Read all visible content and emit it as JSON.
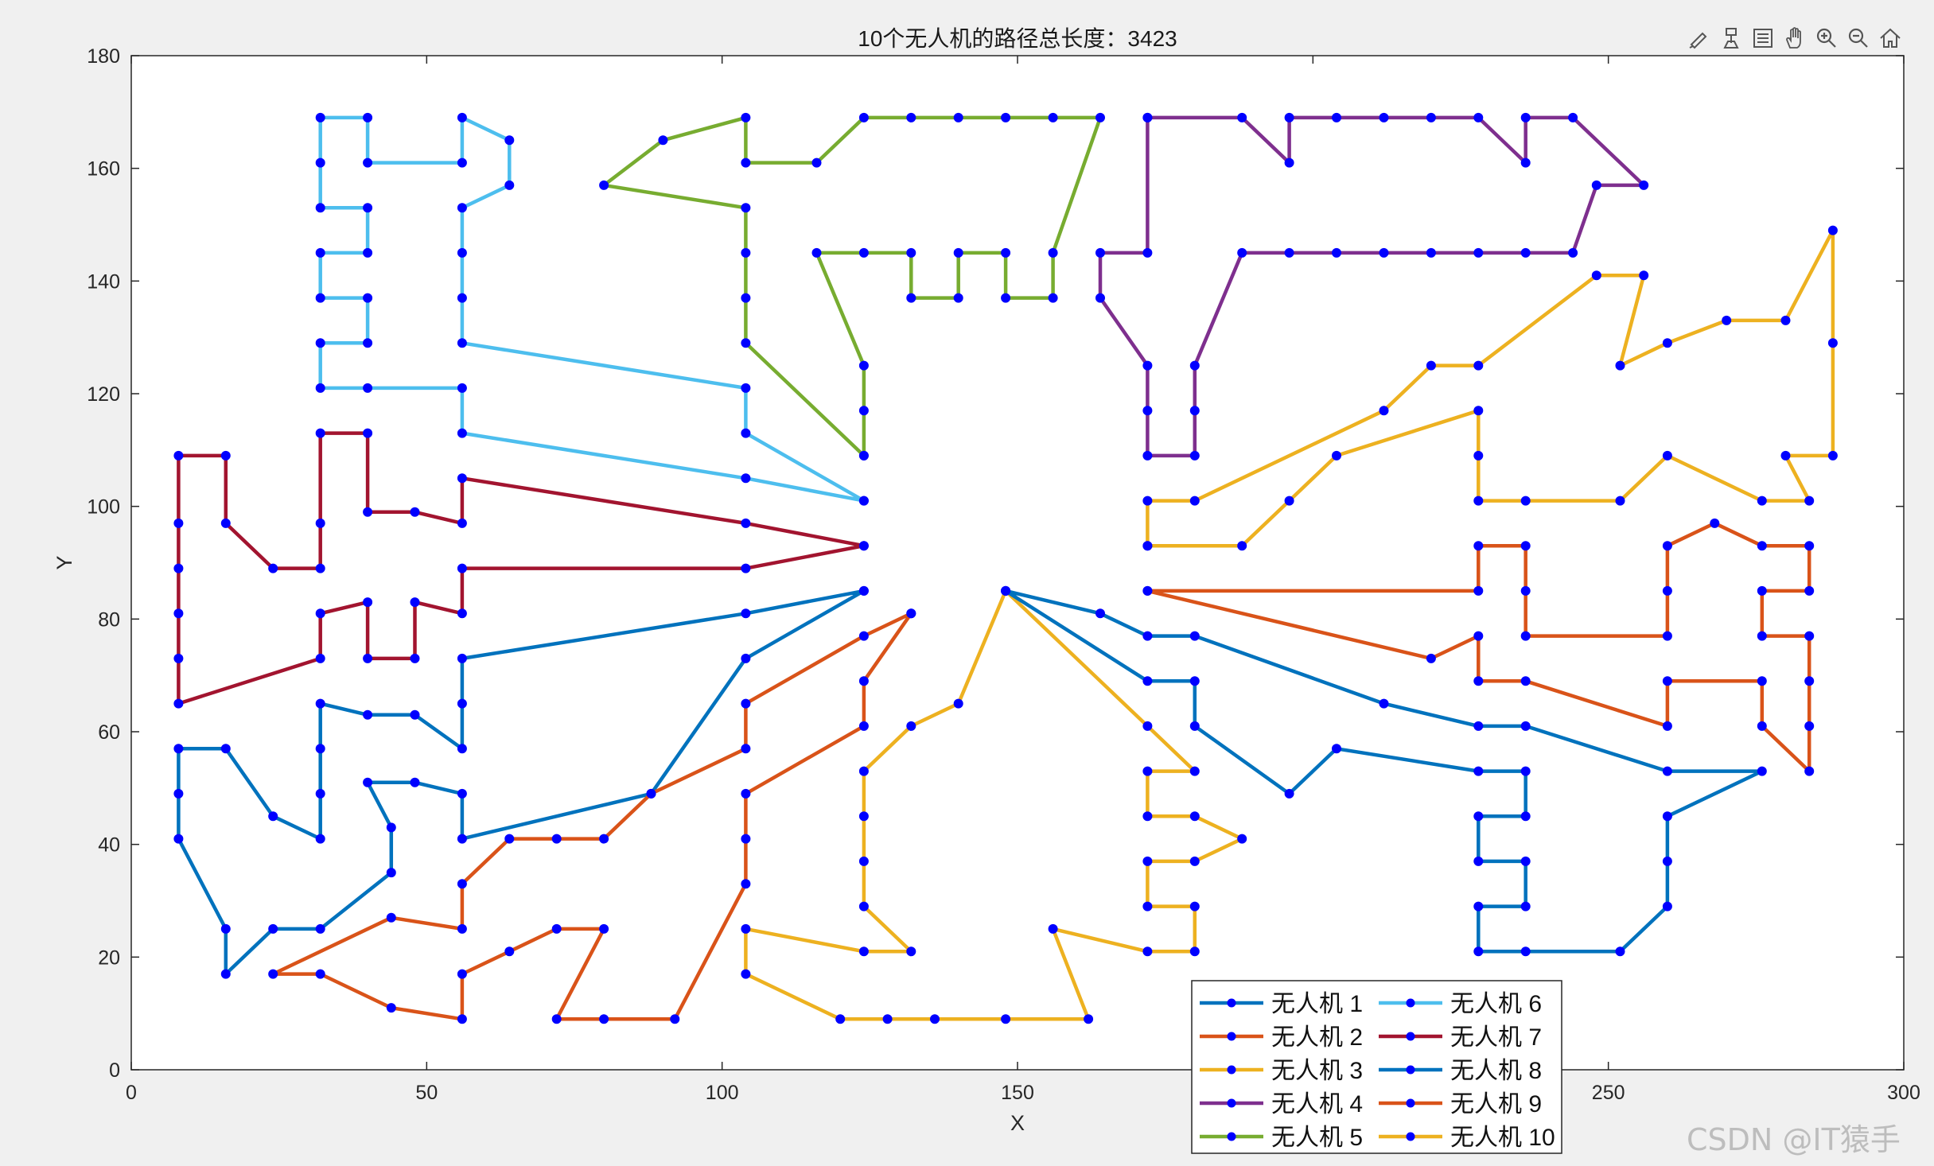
{
  "toolbar": {
    "icons": [
      "brush-icon",
      "data-tip-icon",
      "legend-icon",
      "pan-hand-icon",
      "zoom-in-icon",
      "zoom-out-icon",
      "home-icon"
    ]
  },
  "watermark": "CSDN @IT猿手",
  "colors": {
    "axes_bg": "#ffffff",
    "figure_bg": "#f0f0f0",
    "marker": "#0000ff"
  },
  "chart_data": {
    "type": "line",
    "title": "10个无人机的路径总长度：3423",
    "xlabel": "X",
    "ylabel": "Y",
    "xlim": [
      0,
      300
    ],
    "ylim": [
      0,
      180
    ],
    "xticks": [
      0,
      50,
      100,
      150,
      200,
      250,
      300
    ],
    "yticks": [
      0,
      20,
      40,
      60,
      80,
      100,
      120,
      140,
      160,
      180
    ],
    "grid": false,
    "legend_position": "bottom-center",
    "legend_columns": 2,
    "series": [
      {
        "name": "无人机 1",
        "color": "#0072BD",
        "points": [
          [
            124,
            85
          ],
          [
            104,
            73
          ],
          [
            88,
            49
          ],
          [
            56,
            41
          ],
          [
            56,
            49
          ],
          [
            48,
            51
          ],
          [
            40,
            51
          ],
          [
            44,
            43
          ],
          [
            44,
            35
          ],
          [
            32,
            25
          ],
          [
            24,
            25
          ],
          [
            16,
            17
          ],
          [
            16,
            25
          ],
          [
            8,
            41
          ],
          [
            8,
            49
          ],
          [
            8,
            57
          ],
          [
            16,
            57
          ],
          [
            24,
            45
          ],
          [
            32,
            41
          ],
          [
            32,
            49
          ],
          [
            32,
            57
          ],
          [
            32,
            65
          ],
          [
            40,
            63
          ],
          [
            48,
            63
          ],
          [
            56,
            57
          ],
          [
            56,
            65
          ],
          [
            56,
            73
          ],
          [
            104,
            81
          ],
          [
            124,
            85
          ]
        ]
      },
      {
        "name": "无人机 2",
        "color": "#D95319",
        "points": [
          [
            132,
            81
          ],
          [
            124,
            77
          ],
          [
            104,
            65
          ],
          [
            104,
            57
          ],
          [
            88,
            49
          ],
          [
            80,
            41
          ],
          [
            72,
            41
          ],
          [
            64,
            41
          ],
          [
            56,
            33
          ],
          [
            56,
            25
          ],
          [
            44,
            27
          ],
          [
            24,
            17
          ],
          [
            32,
            17
          ],
          [
            44,
            11
          ],
          [
            56,
            9
          ],
          [
            56,
            17
          ],
          [
            64,
            21
          ],
          [
            72,
            25
          ],
          [
            80,
            25
          ],
          [
            72,
            9
          ],
          [
            80,
            9
          ],
          [
            92,
            9
          ],
          [
            104,
            33
          ],
          [
            104,
            41
          ],
          [
            104,
            49
          ],
          [
            124,
            61
          ],
          [
            124,
            69
          ],
          [
            132,
            81
          ]
        ]
      },
      {
        "name": "无人机 3",
        "color": "#EDB120",
        "points": [
          [
            148,
            85
          ],
          [
            140,
            65
          ],
          [
            132,
            61
          ],
          [
            124,
            53
          ],
          [
            124,
            45
          ],
          [
            124,
            37
          ],
          [
            124,
            29
          ],
          [
            132,
            21
          ],
          [
            124,
            21
          ],
          [
            104,
            25
          ],
          [
            104,
            17
          ],
          [
            120,
            9
          ],
          [
            128,
            9
          ],
          [
            136,
            9
          ],
          [
            148,
            9
          ],
          [
            162,
            9
          ],
          [
            156,
            25
          ],
          [
            172,
            21
          ],
          [
            180,
            21
          ],
          [
            180,
            29
          ],
          [
            172,
            29
          ],
          [
            172,
            37
          ],
          [
            180,
            37
          ],
          [
            188,
            41
          ],
          [
            180,
            45
          ],
          [
            172,
            45
          ],
          [
            172,
            53
          ],
          [
            180,
            53
          ],
          [
            172,
            61
          ],
          [
            148,
            85
          ]
        ]
      },
      {
        "name": "无人机 4",
        "color": "#7E2F8E",
        "points": [
          [
            172,
            169
          ],
          [
            188,
            169
          ],
          [
            196,
            161
          ],
          [
            196,
            169
          ],
          [
            204,
            169
          ],
          [
            212,
            169
          ],
          [
            220,
            169
          ],
          [
            228,
            169
          ],
          [
            236,
            161
          ],
          [
            236,
            169
          ],
          [
            244,
            169
          ],
          [
            256,
            157
          ],
          [
            248,
            157
          ],
          [
            244,
            145
          ],
          [
            236,
            145
          ],
          [
            228,
            145
          ],
          [
            220,
            145
          ],
          [
            212,
            145
          ],
          [
            204,
            145
          ],
          [
            196,
            145
          ],
          [
            188,
            145
          ],
          [
            180,
            125
          ],
          [
            180,
            117
          ],
          [
            180,
            109
          ],
          [
            172,
            109
          ],
          [
            172,
            117
          ],
          [
            172,
            125
          ],
          [
            164,
            137
          ],
          [
            164,
            145
          ],
          [
            172,
            145
          ],
          [
            172,
            169
          ]
        ]
      },
      {
        "name": "无人机 5",
        "color": "#77AC30",
        "points": [
          [
            124,
            109
          ],
          [
            124,
            117
          ],
          [
            124,
            125
          ],
          [
            116,
            145
          ],
          [
            124,
            145
          ],
          [
            132,
            145
          ],
          [
            132,
            137
          ],
          [
            140,
            137
          ],
          [
            140,
            145
          ],
          [
            148,
            145
          ],
          [
            148,
            137
          ],
          [
            156,
            137
          ],
          [
            156,
            145
          ],
          [
            164,
            169
          ],
          [
            156,
            169
          ],
          [
            148,
            169
          ],
          [
            140,
            169
          ],
          [
            132,
            169
          ],
          [
            124,
            169
          ],
          [
            116,
            161
          ],
          [
            104,
            161
          ],
          [
            104,
            169
          ],
          [
            90,
            165
          ],
          [
            80,
            157
          ],
          [
            104,
            153
          ],
          [
            104,
            145
          ],
          [
            104,
            137
          ],
          [
            104,
            129
          ],
          [
            124,
            109
          ]
        ]
      },
      {
        "name": "无人机 6",
        "color": "#4DBEEE",
        "points": [
          [
            124,
            101
          ],
          [
            104,
            113
          ],
          [
            104,
            121
          ],
          [
            56,
            129
          ],
          [
            56,
            137
          ],
          [
            56,
            145
          ],
          [
            56,
            153
          ],
          [
            64,
            157
          ],
          [
            64,
            165
          ],
          [
            56,
            169
          ],
          [
            56,
            161
          ],
          [
            40,
            161
          ],
          [
            40,
            169
          ],
          [
            32,
            169
          ],
          [
            32,
            161
          ],
          [
            32,
            153
          ],
          [
            40,
            153
          ],
          [
            40,
            145
          ],
          [
            32,
            145
          ],
          [
            32,
            137
          ],
          [
            40,
            137
          ],
          [
            40,
            129
          ],
          [
            32,
            129
          ],
          [
            32,
            121
          ],
          [
            40,
            121
          ],
          [
            56,
            121
          ],
          [
            56,
            113
          ],
          [
            104,
            105
          ],
          [
            124,
            101
          ]
        ]
      },
      {
        "name": "无人机 7",
        "color": "#A2142F",
        "points": [
          [
            124,
            93
          ],
          [
            104,
            97
          ],
          [
            56,
            105
          ],
          [
            56,
            97
          ],
          [
            48,
            99
          ],
          [
            40,
            99
          ],
          [
            40,
            113
          ],
          [
            32,
            113
          ],
          [
            32,
            97
          ],
          [
            32,
            89
          ],
          [
            24,
            89
          ],
          [
            16,
            97
          ],
          [
            16,
            109
          ],
          [
            8,
            109
          ],
          [
            8,
            97
          ],
          [
            8,
            89
          ],
          [
            8,
            81
          ],
          [
            8,
            73
          ],
          [
            8,
            65
          ],
          [
            32,
            73
          ],
          [
            32,
            81
          ],
          [
            40,
            83
          ],
          [
            40,
            73
          ],
          [
            48,
            73
          ],
          [
            48,
            83
          ],
          [
            56,
            81
          ],
          [
            56,
            89
          ],
          [
            104,
            89
          ],
          [
            124,
            93
          ]
        ]
      },
      {
        "name": "无人机 8",
        "color": "#0072BD",
        "points": [
          [
            148,
            85
          ],
          [
            164,
            81
          ],
          [
            172,
            77
          ],
          [
            180,
            77
          ],
          [
            212,
            65
          ],
          [
            228,
            61
          ],
          [
            236,
            61
          ],
          [
            260,
            53
          ],
          [
            276,
            53
          ],
          [
            260,
            45
          ],
          [
            260,
            37
          ],
          [
            260,
            29
          ],
          [
            252,
            21
          ],
          [
            236,
            21
          ],
          [
            228,
            21
          ],
          [
            228,
            29
          ],
          [
            236,
            29
          ],
          [
            236,
            37
          ],
          [
            228,
            37
          ],
          [
            228,
            45
          ],
          [
            236,
            45
          ],
          [
            236,
            53
          ],
          [
            228,
            53
          ],
          [
            204,
            57
          ],
          [
            196,
            49
          ],
          [
            180,
            61
          ],
          [
            180,
            69
          ],
          [
            172,
            69
          ],
          [
            148,
            85
          ]
        ]
      },
      {
        "name": "无人机 9",
        "color": "#D95319",
        "points": [
          [
            172,
            85
          ],
          [
            228,
            85
          ],
          [
            228,
            93
          ],
          [
            236,
            93
          ],
          [
            236,
            85
          ],
          [
            236,
            77
          ],
          [
            260,
            77
          ],
          [
            260,
            85
          ],
          [
            260,
            93
          ],
          [
            268,
            97
          ],
          [
            276,
            93
          ],
          [
            284,
            93
          ],
          [
            284,
            85
          ],
          [
            276,
            85
          ],
          [
            276,
            77
          ],
          [
            284,
            77
          ],
          [
            284,
            69
          ],
          [
            284,
            61
          ],
          [
            284,
            53
          ],
          [
            276,
            61
          ],
          [
            276,
            69
          ],
          [
            260,
            69
          ],
          [
            260,
            61
          ],
          [
            236,
            69
          ],
          [
            228,
            69
          ],
          [
            228,
            77
          ],
          [
            220,
            73
          ],
          [
            172,
            85
          ]
        ]
      },
      {
        "name": "无人机 10",
        "color": "#EDB120",
        "points": [
          [
            172,
            93
          ],
          [
            188,
            93
          ],
          [
            196,
            101
          ],
          [
            204,
            109
          ],
          [
            228,
            117
          ],
          [
            228,
            109
          ],
          [
            228,
            101
          ],
          [
            236,
            101
          ],
          [
            252,
            101
          ],
          [
            260,
            109
          ],
          [
            276,
            101
          ],
          [
            284,
            101
          ],
          [
            280,
            109
          ],
          [
            288,
            109
          ],
          [
            288,
            129
          ],
          [
            288,
            149
          ],
          [
            280,
            133
          ],
          [
            270,
            133
          ],
          [
            260,
            129
          ],
          [
            252,
            125
          ],
          [
            256,
            141
          ],
          [
            248,
            141
          ],
          [
            228,
            125
          ],
          [
            220,
            125
          ],
          [
            212,
            117
          ],
          [
            180,
            101
          ],
          [
            172,
            101
          ],
          [
            172,
            93
          ]
        ]
      }
    ]
  }
}
